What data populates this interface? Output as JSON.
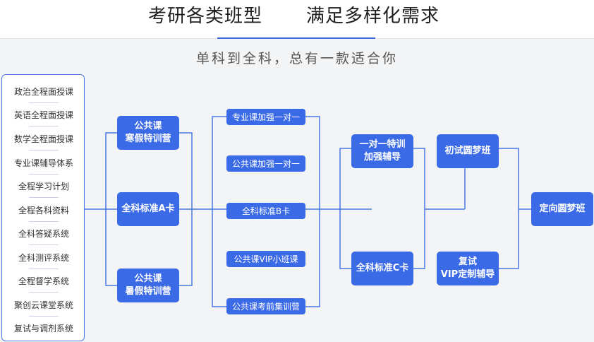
{
  "header": {
    "title_left": "考研各类班型",
    "title_right": "满足多样化需求",
    "subtitle": "单科到全科，总有一款适合你"
  },
  "services": [
    "政治全程面授课",
    "英语全程面授课",
    "数学全程面授课",
    "专业课辅导体系",
    "全程学习计划",
    "全程各科资料",
    "全科答疑系统",
    "全科测评系统",
    "全程督学系统",
    "聚创云课堂系统",
    "复试与调剂系统"
  ],
  "level1": {
    "winter": "公共课\n寒假特训营",
    "card_a": "全科标准A卡",
    "summer": "公共课\n暑假特训营"
  },
  "level2": [
    "专业课加强一对一",
    "公共课加强一对一",
    "全科标准B卡",
    "公共课VIP小班课",
    "公共课考前集训营"
  ],
  "level3": {
    "one_on_one": "一对一特训\n加强辅导",
    "card_c": "全科标准C卡"
  },
  "level4": {
    "initial": "初试圆梦班",
    "retest": "复试\nVIP定制辅导"
  },
  "final": "定向圆梦班",
  "colors": {
    "node": "#3b6ae6",
    "line": "#4a78e6",
    "panel_border": "#4a78e6"
  }
}
